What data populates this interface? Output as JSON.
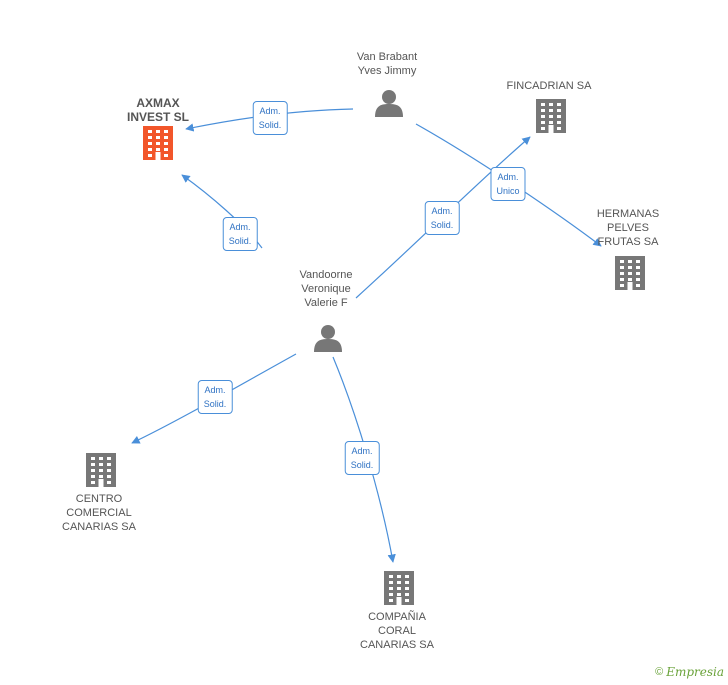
{
  "nodes": [
    {
      "id": "axmax",
      "type": "company",
      "highlight": true,
      "label": "AXMAX\nINVEST SL"
    },
    {
      "id": "vanbrabant",
      "type": "person",
      "label": "Van Brabant\nYves Jimmy"
    },
    {
      "id": "fincadrian",
      "type": "company",
      "label": "FINCADRIAN SA"
    },
    {
      "id": "hermanas",
      "type": "company",
      "label": "HERMANAS\nPELVES\nFRUTAS SA"
    },
    {
      "id": "vandoorne",
      "type": "person",
      "label": "Vandoorne\nVeronique\nValerie F"
    },
    {
      "id": "centro",
      "type": "company",
      "label": "CENTRO\nCOMERCIAL\nCANARIAS SA"
    },
    {
      "id": "compania",
      "type": "company",
      "label": "COMPAÑIA\nCORAL\nCANARIAS SA"
    }
  ],
  "edges": [
    {
      "from": "vanbrabant",
      "to": "axmax",
      "label": "Adm.\nSolid."
    },
    {
      "from": "vanbrabant",
      "to": "hermanas",
      "label": "Adm.\nUnico"
    },
    {
      "from": "vandoorne",
      "to": "axmax",
      "label": "Adm.\nSolid."
    },
    {
      "from": "vandoorne",
      "to": "fincadrian",
      "label": "Adm.\nSolid."
    },
    {
      "from": "vandoorne",
      "to": "centro",
      "label": "Adm.\nSolid."
    },
    {
      "from": "vandoorne",
      "to": "compania",
      "label": "Adm.\nSolid."
    }
  ],
  "colors": {
    "edge": "#4a8fd9",
    "company": "#777777",
    "company_highlight": "#f2562a",
    "person": "#777777"
  },
  "watermark": {
    "copyright": "©",
    "brand": "Empresia"
  }
}
